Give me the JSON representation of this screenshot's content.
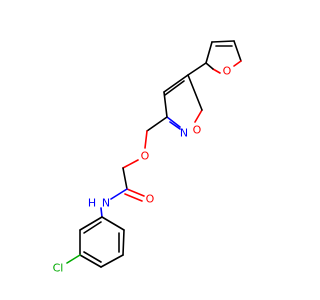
{
  "colors": {
    "background": "#ffffff",
    "carbon_bond": "#000000",
    "oxygen": "#ff0000",
    "nitrogen": "#0000ff",
    "chlorine": "#00aa00"
  },
  "atoms": {
    "furan_o": "O",
    "isoxazole_o": "O",
    "isoxazole_n": "N",
    "ether_o": "O",
    "carbonyl_o": "O",
    "amide_n": "N",
    "amide_h": "H",
    "chlorine": "Cl"
  }
}
